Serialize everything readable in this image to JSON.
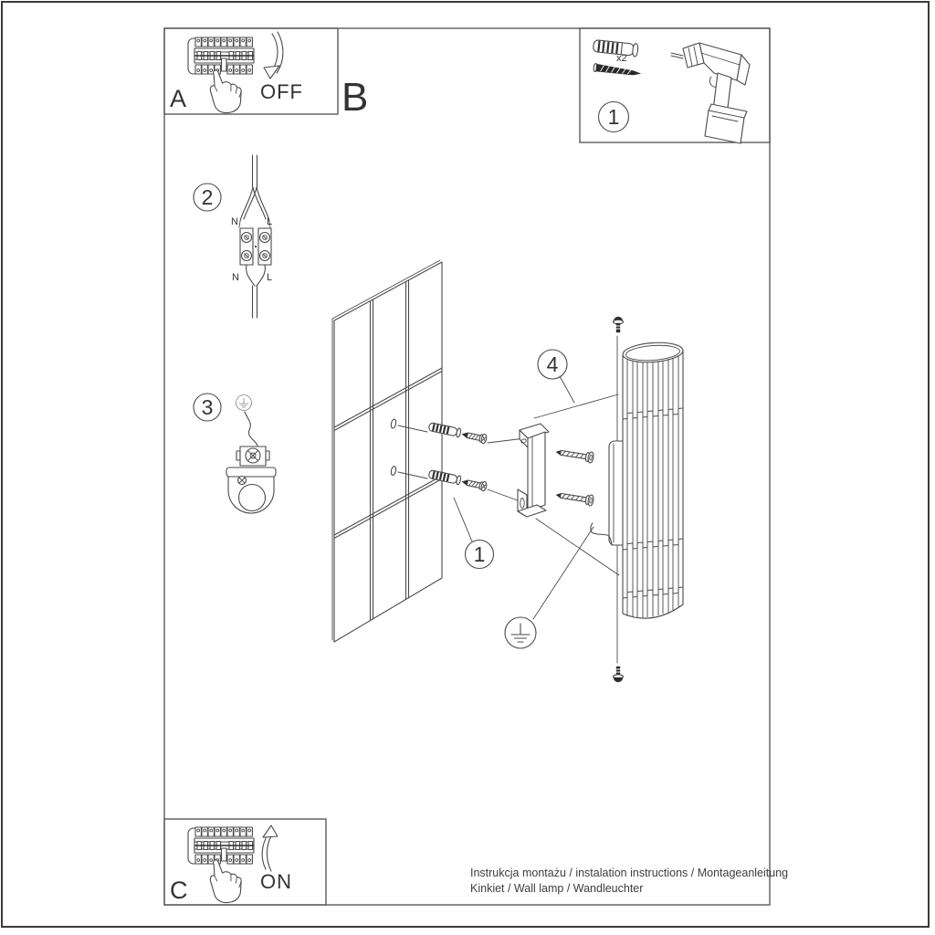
{
  "sections": {
    "a": {
      "label": "A",
      "action_label": "OFF"
    },
    "b": {
      "label": "B"
    },
    "c": {
      "label": "C",
      "action_label": "ON"
    }
  },
  "parts_box": {
    "step_number": "1",
    "anchor_quantity_label": "x2"
  },
  "callouts": {
    "anchors_step": "1",
    "wiring_step": "2",
    "bracket_step": "3",
    "lamp_step": "4"
  },
  "wiring_labels": {
    "top_neutral": "N",
    "top_line": "L",
    "bottom_neutral": "N",
    "bottom_line": "L"
  },
  "footer": {
    "line1": "Instrukcja montażu / instalation instructions / Montageanleitung",
    "line2": "Kinkiet / Wall lamp / Wandleuchter"
  },
  "colors": {
    "line": "#4a4a4a",
    "dark": "#2b2b2b",
    "text": "#3d3d3d",
    "background": "#ffffff"
  }
}
